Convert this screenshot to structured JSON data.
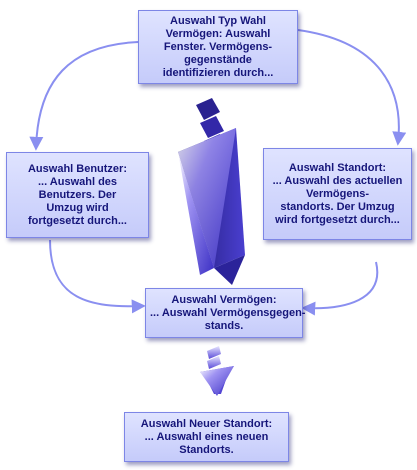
{
  "nodes": {
    "top": {
      "lines": [
        "Auswahl Typ Wahl",
        "Vermögen: Auswahl",
        "Fenster. Vermögens-",
        "gegenstände",
        "identifizieren durch..."
      ]
    },
    "left": {
      "lines": [
        "Auswahl Benutzer:",
        "... Auswahl des",
        "Benutzers. Der",
        "Umzug wird",
        "fortgesetzt durch..."
      ]
    },
    "right": {
      "lines": [
        "Auswahl Standort:",
        "... Auswahl des actuellen",
        "Vermögens-",
        "standorts. Der Umzug",
        "wird fortgesetzt durch..."
      ]
    },
    "center": {
      "lines": [
        "Auswahl Vermögen:",
        "... Auswahl Vermögensgegen-",
        "stands."
      ]
    },
    "bottom": {
      "lines": [
        "Auswahl Neuer Standort:",
        "... Auswahl eines neuen",
        "Standorts."
      ]
    }
  },
  "colors": {
    "box_fill": "#cfd4fc",
    "box_border": "#7d86e6",
    "text": "#16167a",
    "connector": "#8a8ff0",
    "arrow_body": "#6b52e0"
  }
}
